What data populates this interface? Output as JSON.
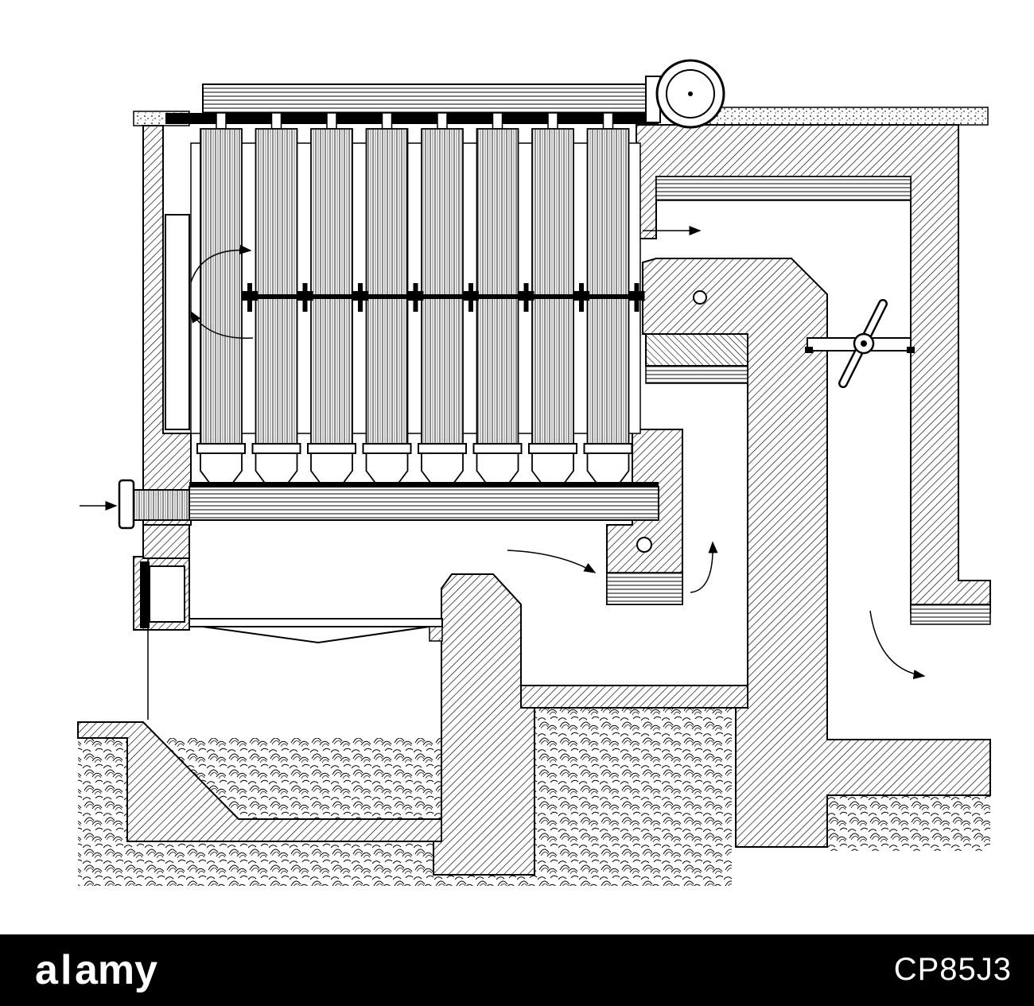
{
  "figure": {
    "subject": "boiler-section-engraving",
    "tube_count": 8,
    "colors": {
      "ink": "#000000",
      "paper": "#ffffff",
      "wall_fill": "#ffffff"
    }
  },
  "watermark": {
    "brand": "alamy",
    "image_id": "CP85J3",
    "background": "#000000",
    "text_color": "#ffffff"
  }
}
